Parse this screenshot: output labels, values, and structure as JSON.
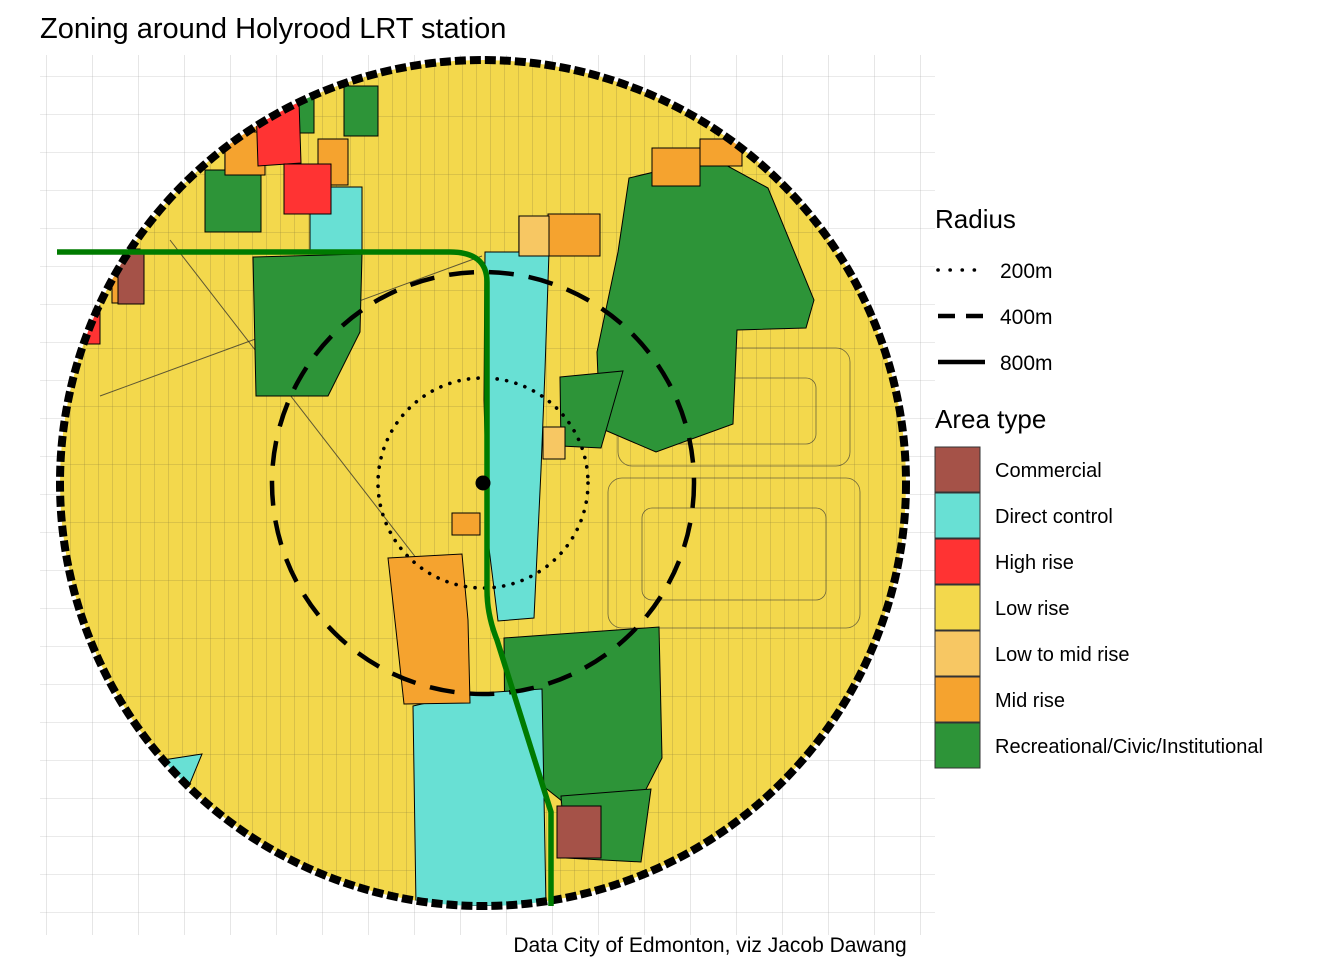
{
  "title": "Zoning around Holyrood LRT station",
  "caption": "Data City of Edmonton, viz Jacob Dawang",
  "colors": {
    "commercial": "#A55248",
    "direct_control": "#68E0D4",
    "high_rise": "#FF3333",
    "low_rise": "#F3D84C",
    "low_to_mid_rise": "#F7C763",
    "mid_rise": "#F5A32F",
    "recreational": "#2D9438",
    "lrt_line": "#007B00",
    "ring": "#000000"
  },
  "legend": {
    "radius": {
      "heading": "Radius",
      "items": [
        {
          "label": "200m",
          "style": "dotted"
        },
        {
          "label": "400m",
          "style": "dashed"
        },
        {
          "label": "800m",
          "style": "solid"
        }
      ]
    },
    "area_type": {
      "heading": "Area type",
      "items": [
        {
          "label": "Commercial"
        },
        {
          "label": "Direct control"
        },
        {
          "label": "High rise"
        },
        {
          "label": "Low rise"
        },
        {
          "label": "Low to mid rise"
        },
        {
          "label": "Mid rise"
        },
        {
          "label": "Recreational/Civic/Institutional"
        }
      ]
    }
  },
  "map": {
    "station": "Holyrood LRT station",
    "radii_m": [
      200,
      400,
      800
    ]
  }
}
